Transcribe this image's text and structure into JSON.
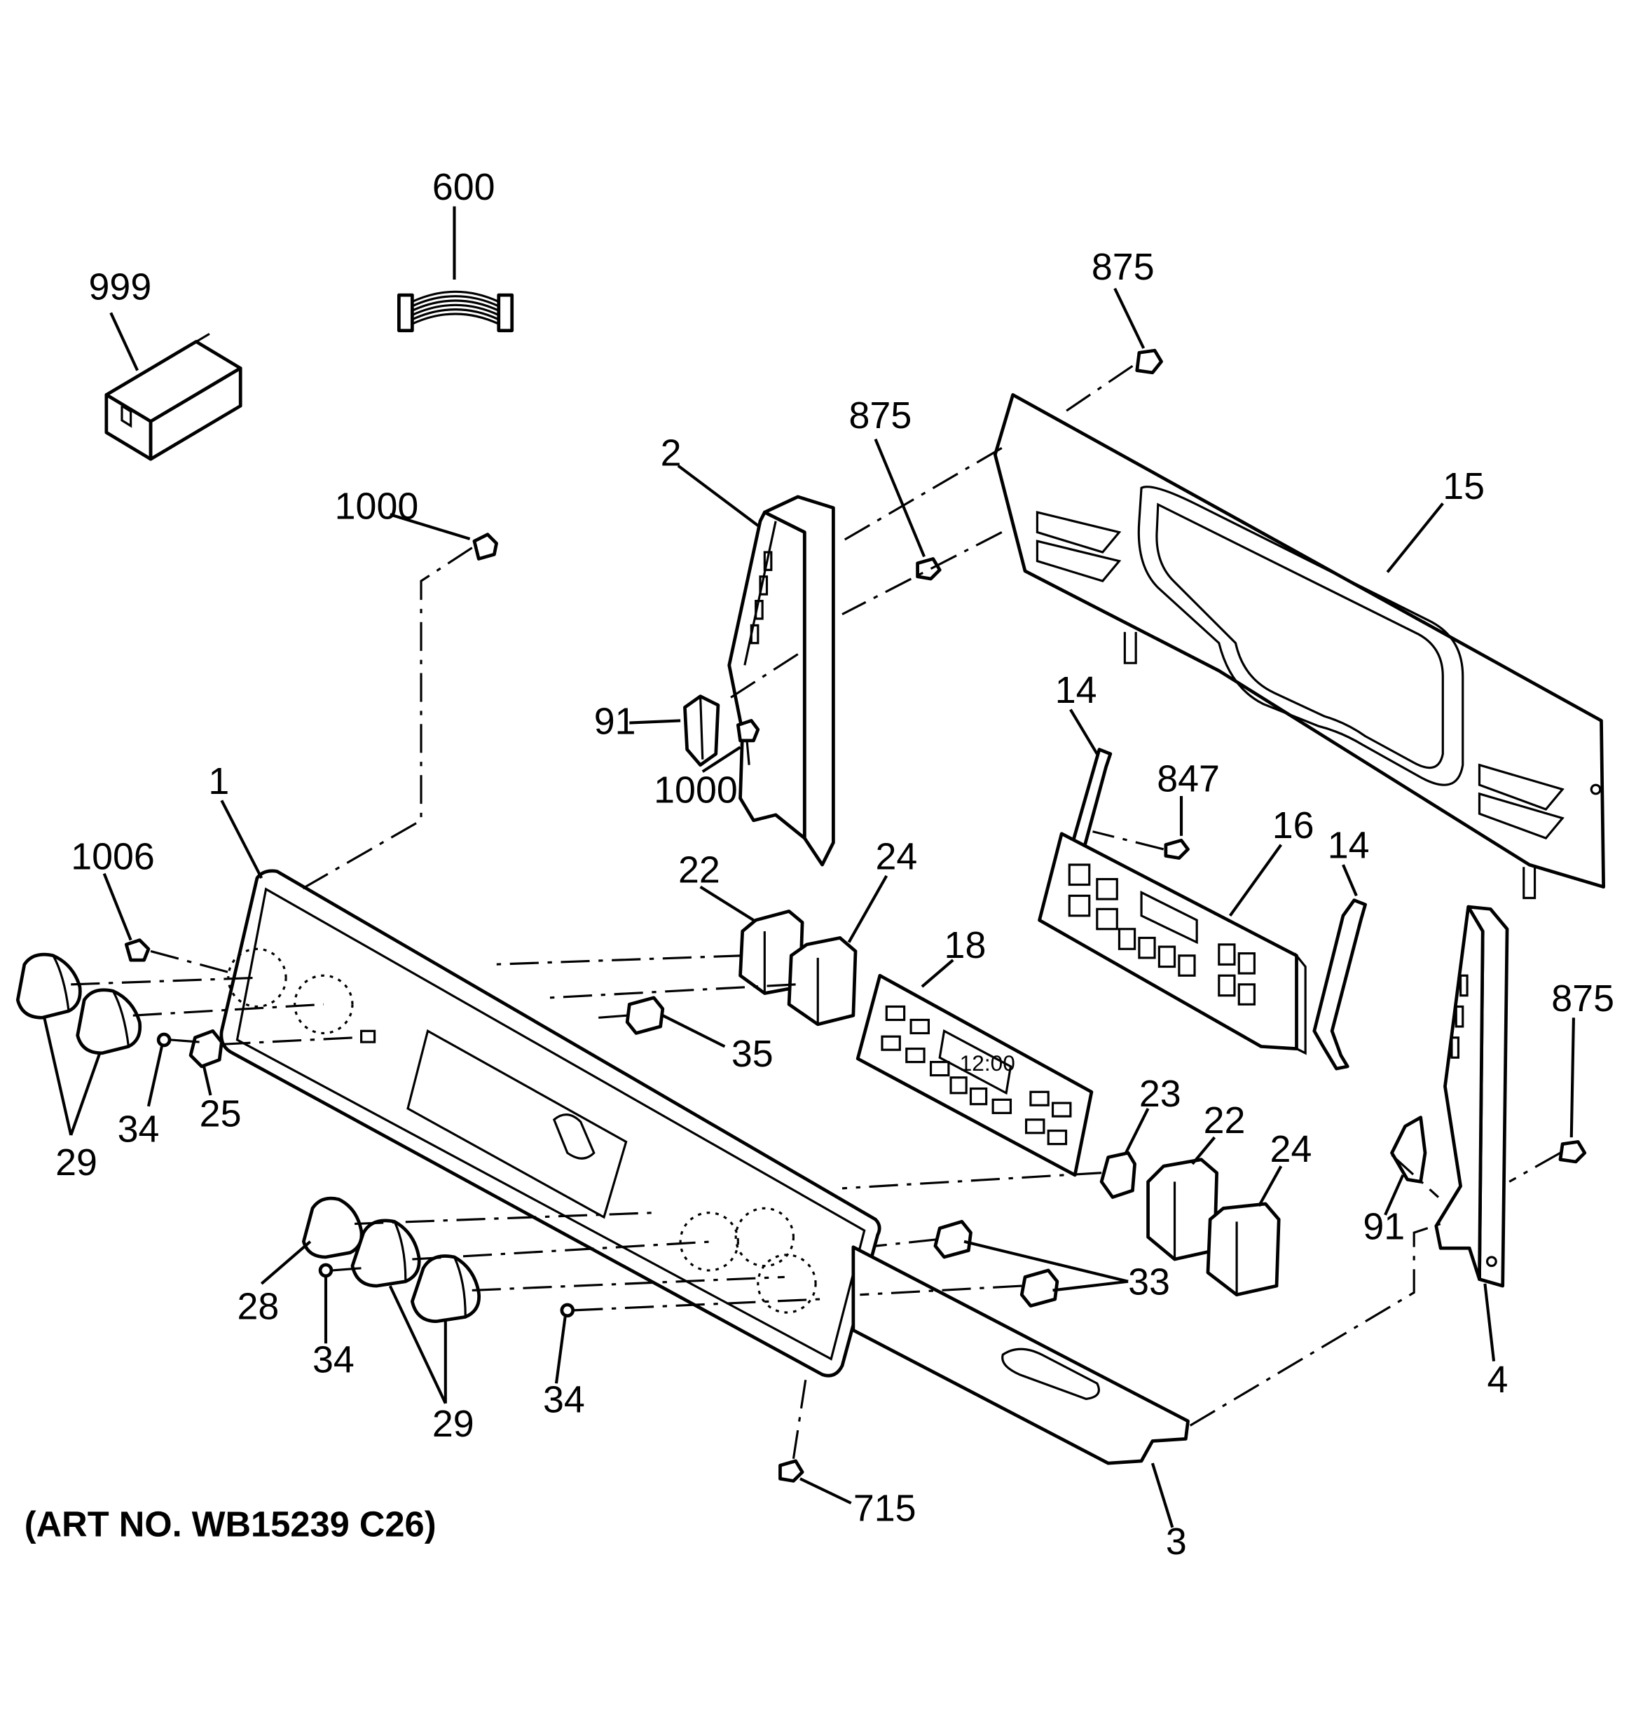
{
  "art_number": "(ART NO. WB15239 C26)",
  "callouts": {
    "c999": "999",
    "c600": "600",
    "c875_top": "875",
    "c875_mid": "875",
    "c875_right": "875",
    "c2": "2",
    "c15": "15",
    "c1000_top": "1000",
    "c1000_mid": "1000",
    "c91_left": "91",
    "c91_right": "91",
    "c14_left": "14",
    "c14_right": "14",
    "c847": "847",
    "c16": "16",
    "c1": "1",
    "c22_top": "22",
    "c24_top": "24",
    "c1006": "1006",
    "c18": "18",
    "c35": "35",
    "c34_left": "34",
    "c25": "25",
    "c29_left": "29",
    "c23": "23",
    "c22_bottom": "22",
    "c24_bottom": "24",
    "c33": "33",
    "c28": "28",
    "c34_mid": "34",
    "c34_bottom": "34",
    "c29_bottom": "29",
    "c4": "4",
    "c715": "715",
    "c3": "3"
  },
  "display": {
    "clock": "12:00"
  }
}
